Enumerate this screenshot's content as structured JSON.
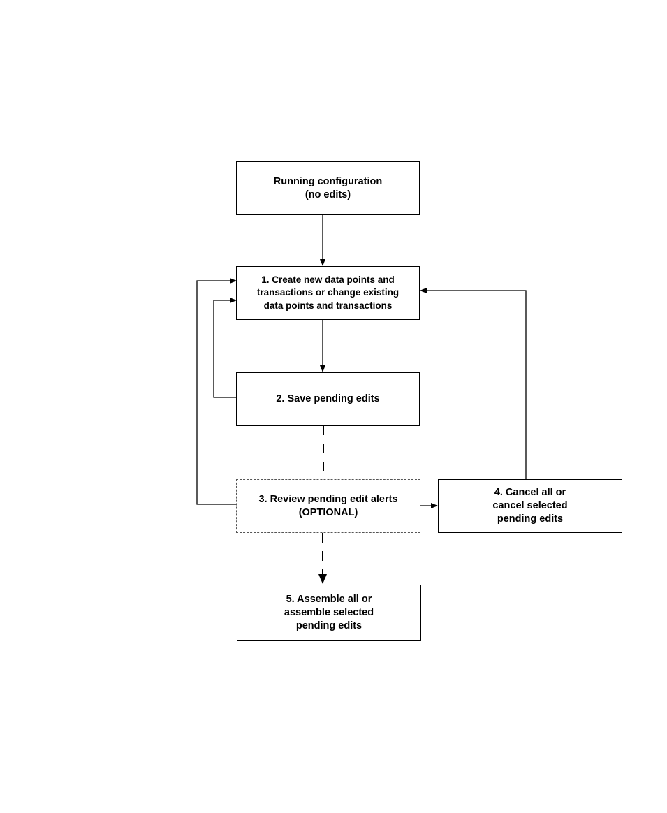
{
  "boxes": {
    "running": {
      "lines": [
        "Running configuration",
        "(no edits)"
      ]
    },
    "create": {
      "lines": [
        "1. Create new data points and",
        "transactions or change existing",
        "data points and transactions"
      ]
    },
    "save": {
      "lines": [
        "2. Save pending edits"
      ]
    },
    "review": {
      "lines": [
        "3. Review pending edit alerts",
        "(OPTIONAL)"
      ]
    },
    "cancel": {
      "lines": [
        "4. Cancel all or",
        "cancel selected",
        "pending edits"
      ]
    },
    "assemble": {
      "lines": [
        "5. Assemble all or",
        "assemble selected",
        "pending edits"
      ]
    }
  },
  "style": {
    "line_color": "#000000",
    "dashed_border_color": "#555555"
  }
}
